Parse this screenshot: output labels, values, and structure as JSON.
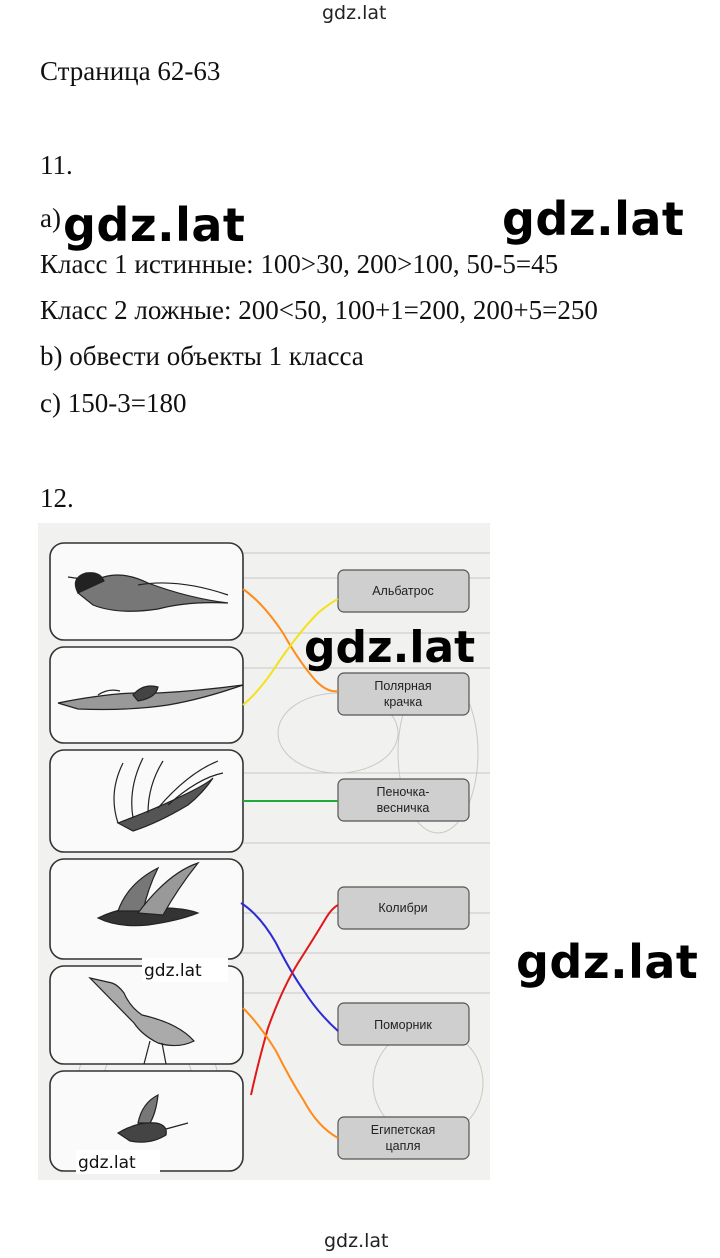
{
  "header": {
    "site": "gdz.lat"
  },
  "page_title": "Страница 62-63",
  "task11": {
    "number": "11.",
    "part_a_label": "a)",
    "class1": "Класс 1 истинные: 100>30, 200>100, 50-5=45",
    "class2": "Класс 2 ложные: 200<50, 100+1=200, 200+5=250",
    "part_b": "b) обвести объекты 1 класса",
    "part_c": "c) 150-3=180"
  },
  "task12": {
    "number": "12.",
    "birds": [
      "tern-icon",
      "albatross-icon",
      "warbler-icon",
      "skua-icon",
      "heron-icon",
      "hummingbird-icon"
    ],
    "names": [
      {
        "line1": "Альбатрос",
        "line2": ""
      },
      {
        "line1": "Полярная",
        "line2": "крачка"
      },
      {
        "line1": "Пеночка-",
        "line2": "весничка"
      },
      {
        "line1": "Колибри",
        "line2": ""
      },
      {
        "line1": "Поморник",
        "line2": ""
      },
      {
        "line1": "Египетская",
        "line2": "цапля"
      }
    ],
    "connection_colors": {
      "orange": "#ff8c1a",
      "yellow": "#f2e21a",
      "green": "#1faa3a",
      "blue": "#2b2bd6",
      "red": "#e01818"
    }
  },
  "watermarks": {
    "text": "gdz.lat",
    "footer": "gdz.lat"
  }
}
